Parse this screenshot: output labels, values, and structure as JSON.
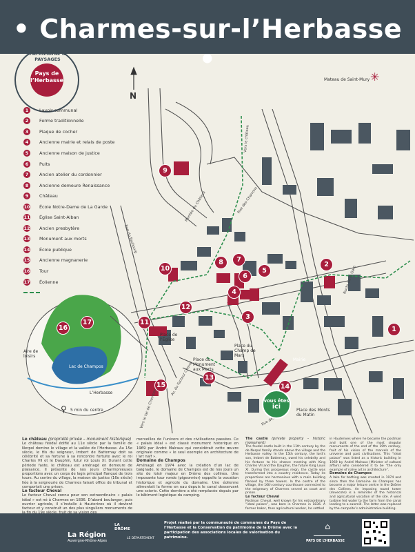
{
  "title": "• Charmes-sur-l’Herbasse •",
  "badge": {
    "ring_text": "PATRIMOINE & PAYSAGES",
    "center_line1": "Pays de",
    "center_line2": "l’Herbasse"
  },
  "north": "N",
  "mateau_label": "Mateau de Saint-Mury",
  "legend": [
    {
      "n": "1",
      "label": "Lavoir communal"
    },
    {
      "n": "2",
      "label": "Ferme traditionnelle"
    },
    {
      "n": "3",
      "label": "Plaque de cocher"
    },
    {
      "n": "4",
      "label": "Ancienne mairie et relais de poste"
    },
    {
      "n": "5",
      "label": "Ancienne maison de justice"
    },
    {
      "n": "6",
      "label": "Puits"
    },
    {
      "n": "7",
      "label": "Ancien atelier du cordonnier"
    },
    {
      "n": "8",
      "label": "Ancienne demeure Renaissance"
    },
    {
      "n": "9",
      "label": "Château"
    },
    {
      "n": "10",
      "label": "École Notre-Dame de La Garde"
    },
    {
      "n": "11",
      "label": "Église Saint-Alban"
    },
    {
      "n": "12",
      "label": "Ancien presbytère"
    },
    {
      "n": "13",
      "label": "Monument aux morts"
    },
    {
      "n": "14",
      "label": "École publique"
    },
    {
      "n": "15",
      "label": "Ancienne magnanerie"
    },
    {
      "n": "16",
      "label": "Tour"
    },
    {
      "n": "17",
      "label": "Éolienne"
    }
  ],
  "markers": [
    "1",
    "2",
    "3",
    "4",
    "5",
    "6",
    "7",
    "8",
    "9",
    "10",
    "11",
    "12",
    "13",
    "14",
    "15",
    "16",
    "17"
  ],
  "here": {
    "line1": "vous êtes",
    "line2": "ici"
  },
  "places": {
    "eglise": "Place de l’Église",
    "monument": "Place du Monument aux Morts",
    "champ": "Place du Champ de Mars",
    "mairie": "Mairie",
    "monts": "Place des Monts du Matin",
    "lac": "Lac de Champos",
    "aire": "Aire de loisirs",
    "herbasse": "L’Herbasse",
    "walk": "5 min du centre"
  },
  "streets": {
    "chateau": "Montée du Château",
    "charrons": "Rue des Charrons",
    "vers_chateau": "Vers le château",
    "farrier": "Rue du Faubourg",
    "facteur": "Av. du Facteur Cheval",
    "vers_lac": "Vers le lac de Champos",
    "ecoles": "Rue des Écoles",
    "gare": "Route de la Gare"
  },
  "text": {
    "col1_h": "Le château",
    "col1_h_note": "(propriété privée – monument historique)",
    "col1_p": "Le château féodal édifié au 11e siècle par la famille de Nerpol domine le village et la vallée de l’Herbasse. Au 15e siècle, le fils du seigneur, Imbert de Batternay doit sa célébrité et sa fortune à sa rencontre fortuite avec le roi Charles VII et le Dauphin, futur roi Louis XI. Durant cette période faste, le château est aménagé en demeure de plaisance. Il présente de nos jours d’harmonieuses proportions avec un corps de logis principal flanqué de trois tours. Au centre du village, la maison de justice (16e siècle) liée à la seigneurie de Charmes faisait office de tribunal et comportait une prison.",
    "col1_h2": "Le facteur Cheval",
    "col1_p2": "Le facteur Cheval connu pour son extraordinaire « palais idéal » est né à Charmes en 1836. D’abord boulanger, puis ouvrier agricole, il s’installe à Hauterives où il devient facteur et y construit un des plus singuliers monuments de la fin du 19e siècle, fruit de sa vision des",
    "col2_p": "merveilles de l’univers et des civilisations passées. Ce « palais idéal » est classé monument historique en 1969 par André Malraux qui considérait cette œuvre originale comme « le seul exemple en architecture de l’art naïf ».",
    "col2_h": "Domaine de Champos",
    "col2_p2": "Aménagé en 1974 avec la création d’un lac de baignade, le domaine de Champos est de nos jours un site de loisir majeur en Drôme des collines. Une imposante tour ronde (pigeonnier) rappelle la vocation historique et agricole du domaine. Une éolienne alimentait la ferme en eau depuis le canal desservant une scierie. Cette dernière a été remplacée depuis par le bâtiment logistique du camping.",
    "col3_h": "The castle",
    "col3_h_note": "(private property – historic monument)",
    "col3_p": "The feudal castle built in the 11th century by the de Nerpol family stands above the village and the Herbasse valley. In the 15th century, the lord’s son, Imbert de Batternay, owed his celebrity and his fortune to his chance meeting with King Charles VII and the Dauphin, the future King Louis XI. During this prosperous reign, the castle was transformed into a country residence. Today its proportions are harmonious with a main building flanked by three towers. In the centre of the village, the 16th century courthouse connected to the seigneury of Charmes served as court and prison.",
    "col3_h2": "Le facteur Cheval",
    "col3_p2": "Postman Cheval, well known for his extraordinary “ideal palace”, was born in Charmes in 1836. A former baker, then agricultural worker, he settled",
    "col4_p": "in Hauterives where he became the postman and built one of the most singular monuments of the end of the 19th century, fruit of his vision of the marvels of the universe and past civilisations. This “ideal palace” was listed as a historic building in 1969 by André Malraux (Minister of cultural affairs) who considered it to be “the only example of naïve art in architecture”.",
    "col4_h": "Domaine de Champos",
    "col4_p2": "A lake for bathing was created in 1974 and since then the Domaine de Champos has become a major leisure centre in the Drôme des Collines. An imposing round tower (dovecote) is a reminder of the historical and agricultural vocation of the site. A wind turbine fed water to the farm from the canal leading to a sawmill. The latter was replaced by the campsite’s administrative building."
  },
  "footer": {
    "region_name": "La Région",
    "region_sub": "Auvergne-Rhône-Alpes",
    "drome": "LA DRÔME",
    "departement": "LE DÉPARTEMENT",
    "credit": "Projet réalisé par la communauté de communes du Pays de l’Herbasse et la Conservation du patrimoine de la Drôme avec la participation des associations locales de valorisation du patrimoine.",
    "brand": "PAYS DE L’HERBASSE"
  },
  "colors": {
    "header": "#3f4d57",
    "marker": "#a81e3c",
    "green": "#2e8f4e",
    "building": "#4b5761",
    "paper": "#f1efe6"
  }
}
